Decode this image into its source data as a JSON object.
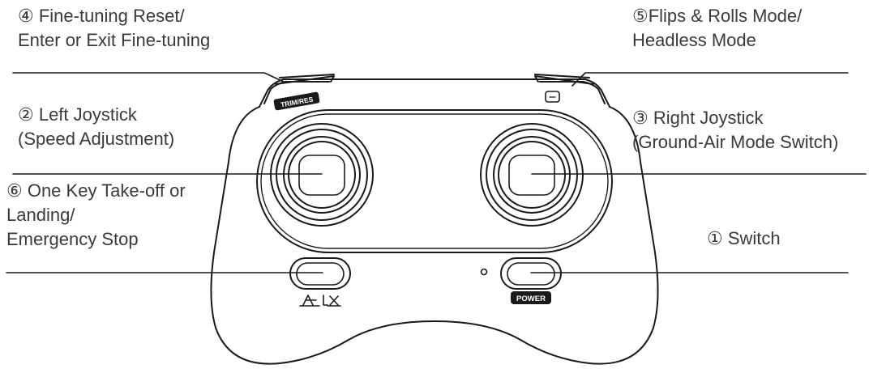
{
  "callouts": {
    "fine_tuning": {
      "lines": [
        "④ Fine-tuning Reset/",
        "Enter or Exit Fine-tuning"
      ]
    },
    "flips_rolls": {
      "lines": [
        "⑤Flips & Rolls Mode/",
        "Headless Mode"
      ]
    },
    "left_joystick": {
      "lines": [
        "② Left Joystick",
        "(Speed Adjustment)"
      ]
    },
    "right_joystick": {
      "lines": [
        "③ Right Joystick",
        "(Ground-Air Mode Switch)"
      ]
    },
    "one_key": {
      "lines": [
        "⑥ One Key Take-off or",
        "Landing/",
        "Emergency Stop"
      ]
    },
    "switch": {
      "lines": [
        "① Switch"
      ]
    }
  },
  "controller_labels": {
    "left_shoulder": "TRIM/RES",
    "right_button": "POWER"
  },
  "colors": {
    "line": "#1a1a1a",
    "text": "#3a3a3a"
  }
}
